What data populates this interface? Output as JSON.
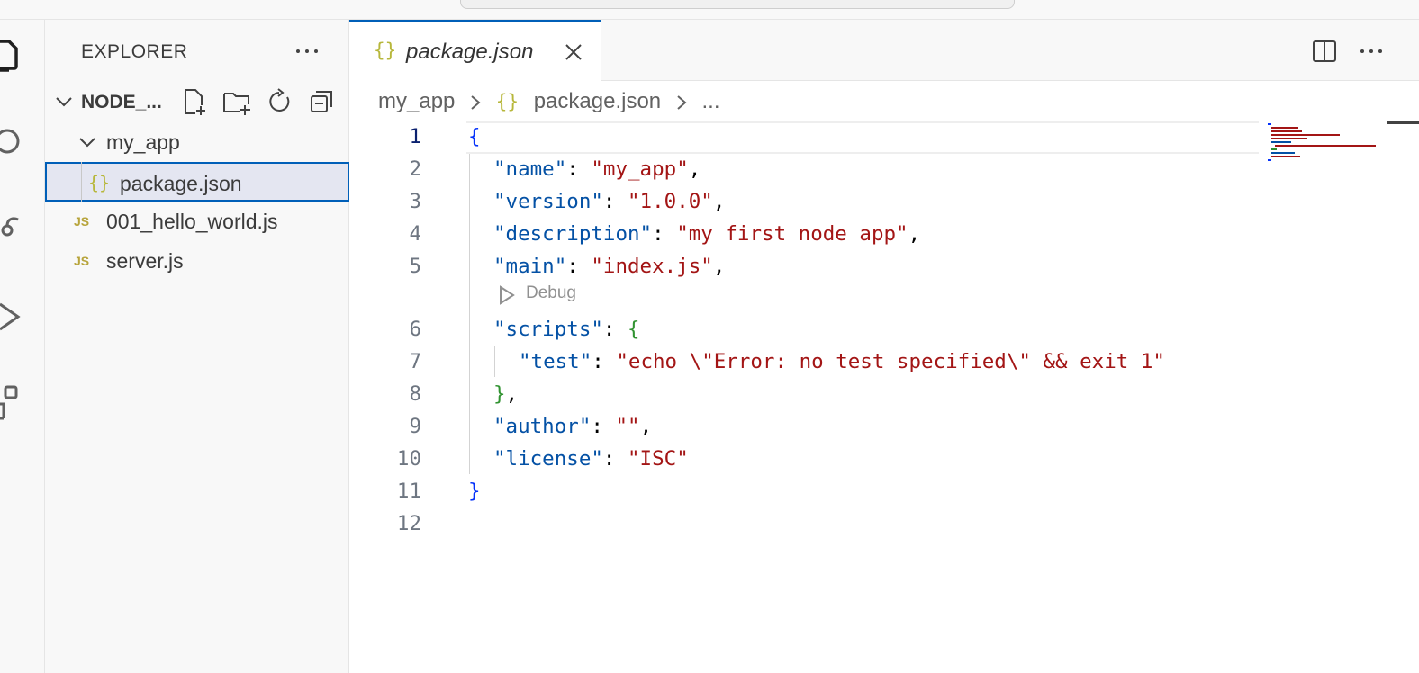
{
  "sidebar": {
    "title": "EXPLORER",
    "section": {
      "label": "NODE_..."
    },
    "tree": [
      {
        "label": "my_app",
        "kind": "folder",
        "expanded": true
      },
      {
        "label": "package.json",
        "kind": "json",
        "icon_text": "{}",
        "selected": true
      },
      {
        "label": "001_hello_world.js",
        "kind": "js",
        "icon_text": "JS"
      },
      {
        "label": "server.js",
        "kind": "js",
        "icon_text": "JS"
      }
    ]
  },
  "editor": {
    "tab": {
      "icon_text": "{}",
      "title": "package.json"
    },
    "breadcrumb": {
      "folder": "my_app",
      "icon_text": "{}",
      "file": "package.json",
      "more": "..."
    },
    "codelens": {
      "label": "Debug"
    },
    "lines": [
      {
        "num": "1"
      },
      {
        "num": "2"
      },
      {
        "num": "3"
      },
      {
        "num": "4"
      },
      {
        "num": "5"
      },
      {
        "num": "6"
      },
      {
        "num": "7"
      },
      {
        "num": "8"
      },
      {
        "num": "9"
      },
      {
        "num": "10"
      },
      {
        "num": "11"
      },
      {
        "num": "12"
      }
    ],
    "json": {
      "open": "{",
      "close": "}",
      "name_key": "\"name\"",
      "name_val": "\"my_app\"",
      "version_key": "\"version\"",
      "version_val": "\"1.0.0\"",
      "description_key": "\"description\"",
      "description_val": "\"my first node app\"",
      "main_key": "\"main\"",
      "main_val": "\"index.js\"",
      "scripts_key": "\"scripts\"",
      "scripts_open": "{",
      "test_key": "\"test\"",
      "test_val": "\"echo \\\"Error: no test specified\\\" && exit 1\"",
      "scripts_close": "}",
      "author_key": "\"author\"",
      "author_val": "\"\"",
      "license_key": "\"license\"",
      "license_val": "\"ISC\"",
      "colon": ": ",
      "comma": ","
    }
  },
  "icons": {
    "activity": [
      "files-icon",
      "search-icon",
      "source-control-icon",
      "run-debug-icon",
      "extensions-icon"
    ],
    "section_actions": [
      "new-file-icon",
      "new-folder-icon",
      "refresh-icon",
      "collapse-all-icon"
    ],
    "editor_actions": [
      "split-editor-icon",
      "more-actions-icon"
    ]
  },
  "colors": {
    "accent": "#005fb8",
    "json_key": "#0451a5",
    "json_string": "#a31515",
    "bracket_level1": "#0431fa",
    "bracket_level2": "#319331",
    "json_file_icon": "#b7b73b"
  }
}
